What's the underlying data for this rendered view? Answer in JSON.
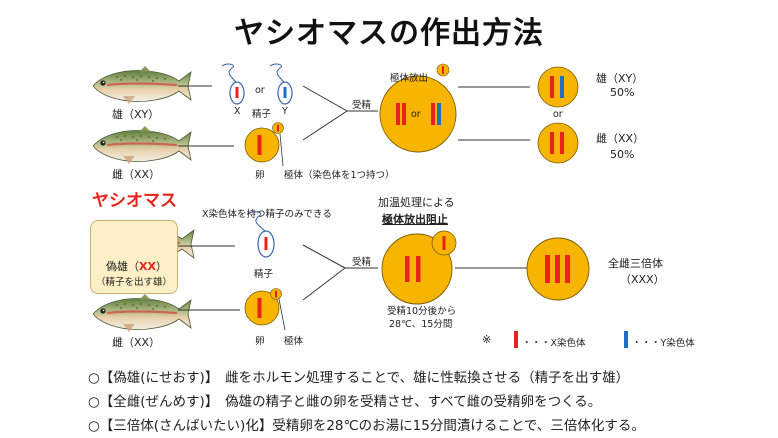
{
  "title": "ヤシオマスの作出方法",
  "top": {
    "male_label": "雄（XY）",
    "female_label": "雌（XX）",
    "or1": "or",
    "sperm_x": "X",
    "sperm_label": "精子",
    "sperm_y": "Y",
    "egg_label": "卵",
    "polar_body_label": "極体（染色体を1つ持つ）",
    "fertilization": "受精",
    "polar_release": "極体放出",
    "or2": "or",
    "or3": "or",
    "result_male": "雄（XY）",
    "result_male_pct": "50%",
    "result_female": "雌（XX）",
    "result_female_pct": "50%"
  },
  "section_title": "ヤシオマス",
  "bottom": {
    "x_only_note": "X染色体を持つ精子のみできる",
    "pseudo_male": "偽雄（",
    "pseudo_xx": "XX",
    "pseudo_close": "）",
    "pseudo_sub": "（精子を出す雄）",
    "sperm_label": "精子",
    "female_label": "雌（XX）",
    "egg_label": "卵",
    "polar_body": "極体",
    "fertilization": "受精",
    "heat_title": "加温処理による",
    "heat_block": "極体放出阻止",
    "timing_1": "受精10分後から",
    "timing_2": "28℃、15分間",
    "triploid": "全雌三倍体",
    "triploid_xxx": "（XXX）"
  },
  "legend": {
    "mark": "※",
    "x_label": "・・・X染色体",
    "y_label": "・・・Y染色体"
  },
  "notes": [
    "○【偽雄(にせおす)】　雌をホルモン処理することで、雄に性転換させる（精子を出す雄）",
    "○【全雌(ぜんめす)】　偽雄の精子と雌の卵を受精させ、すべて雌の受精卵をつくる。",
    "○【三倍体(さんばいたい)化】受精卵を28℃のお湯に15分間漬けることで、三倍体化する。"
  ],
  "colors": {
    "egg": "#f7b500",
    "x_chromosome": "#e8231d",
    "y_chromosome": "#1f6fc4",
    "accent_red": "#e8231d"
  }
}
